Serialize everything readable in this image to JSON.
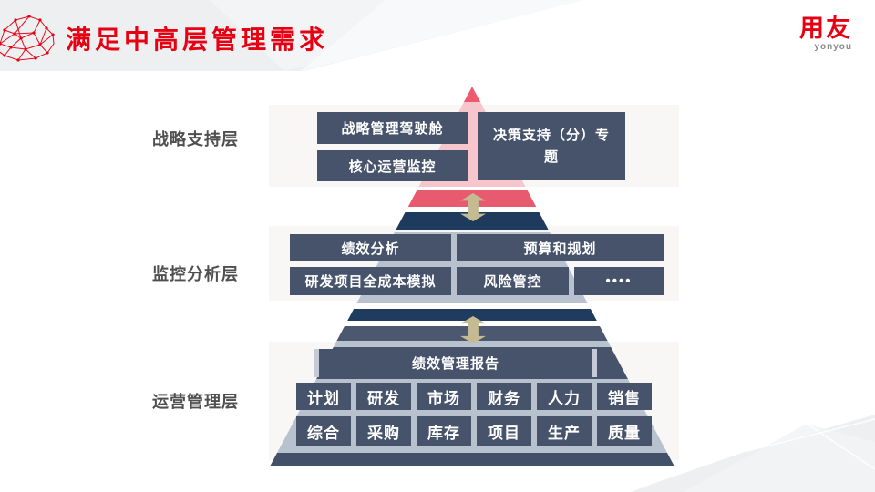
{
  "header": {
    "title": "满足中高层管理需求",
    "logo_text": "用友",
    "logo_subtext": "yonyou"
  },
  "colors": {
    "accent_red": "#e60012",
    "pyramid_pink": "#f7c6cd",
    "pyramid_crimson": "#ec5a6c",
    "pyramid_navy": "#1e3a5c",
    "pyramid_light": "#b8c1ce",
    "box_slate": "#46536b",
    "band_gray": "#f8f7f5",
    "arrow_tan": "#c4bb92",
    "label_gray": "#4f4f4f"
  },
  "pyramid": {
    "strategic": {
      "label": "战略支持层",
      "box_cockpit": "战略管理驾驶舱",
      "box_monitor": "核心运营监控",
      "box_decision": "决策支持（分）专题"
    },
    "monitoring": {
      "label": "监控分析层",
      "box_perf": "绩效分析",
      "box_budget": "预算和规划",
      "box_rnd": "研发项目全成本模拟",
      "box_risk": "风险管控",
      "box_more": "••••"
    },
    "operations": {
      "label": "运营管理层",
      "report": "绩效管理报告",
      "cells": [
        "计划",
        "研发",
        "市场",
        "财务",
        "人力",
        "销售",
        "综合",
        "采购",
        "库存",
        "项目",
        "生产",
        "质量"
      ]
    }
  }
}
